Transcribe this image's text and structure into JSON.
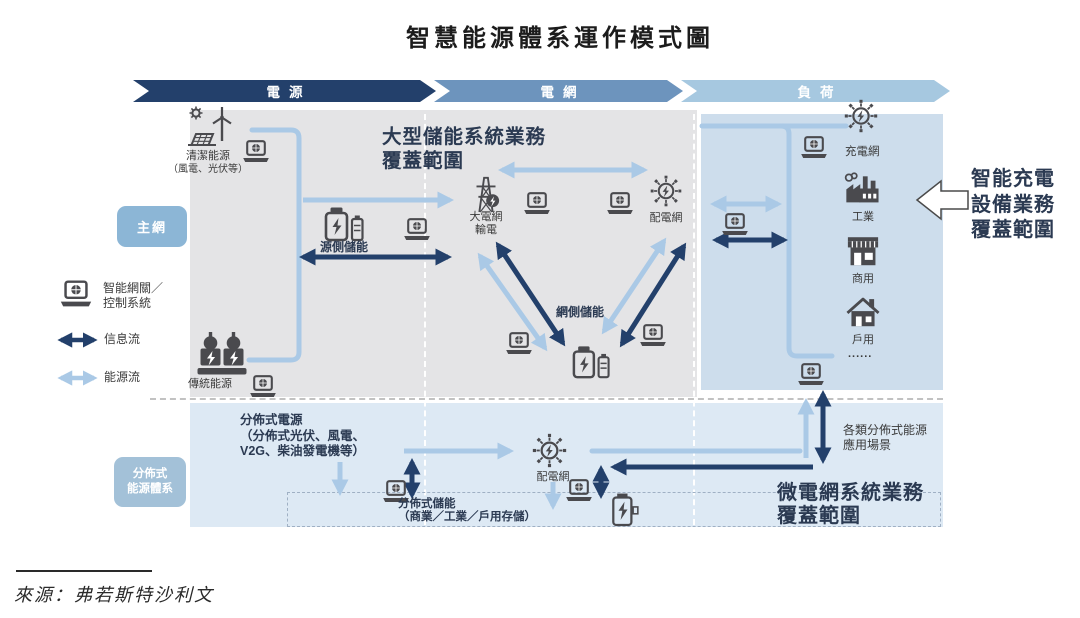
{
  "title": "智慧能源體系運作模式圖",
  "header": {
    "stage1": "電源",
    "stage2": "電網",
    "stage3": "負荷"
  },
  "sidebar": {
    "main_grid": "主網",
    "dist_line1": "分佈式",
    "dist_line2": "能源體系"
  },
  "legend": {
    "gateway_line1": "智能網關／",
    "gateway_line2": "控制系統",
    "info_flow": "信息流",
    "energy_flow": "能源流"
  },
  "main_grid": {
    "clean_energy": "清潔能源",
    "clean_energy_sub": "（風電、光伏等）",
    "coverage_line1": "大型儲能系統業務",
    "coverage_line2": "覆蓋範圍",
    "transmission_line1": "大電網",
    "transmission_line2": "輸電",
    "distribution": "配電網",
    "source_side_storage": "源側儲能",
    "grid_side_storage": "網側儲能",
    "traditional_energy": "傳統能源"
  },
  "load_side": {
    "charging_network": "充電網",
    "industrial": "工業",
    "commercial": "商用",
    "residential": "戶用",
    "ellipsis": "......",
    "callout_line1": "智能充電",
    "callout_line2": "設備業務",
    "callout_line3": "覆蓋範圍"
  },
  "distributed": {
    "source_line1": "分佈式電源",
    "source_line2": "（分佈式光伏、風電、",
    "source_line3": "V2G、柴油發電機等）",
    "distribution": "配電網",
    "storage_line1": "分佈式儲能",
    "storage_line2": "（商業／工業／戶用存儲）",
    "scenarios_line1": "各類分佈式能源",
    "scenarios_line2": "應用場景",
    "coverage_line1": "微電網系統業務",
    "coverage_line2": "覆蓋範圍"
  },
  "source_note": "來源：弗若斯特沙利文",
  "icons": {
    "laptop": "smart-gateway-control-system",
    "clean_energy": "wind-solar-clean-energy",
    "traditional_energy": "fuel-generators",
    "transmission_tower": "power-transmission-tower",
    "hub": "distribution-network-node",
    "battery": "energy-storage-battery",
    "factory": "industrial-building",
    "store": "commercial-storefront",
    "house": "residential-house",
    "charger": "charging-storage-unit"
  },
  "colors": {
    "stage_power": "#23406b",
    "stage_grid": "#6d94bd",
    "stage_load": "#a6c8e0",
    "info_flow_arrow": "#23406b",
    "energy_flow_arrow": "#aac9e6",
    "main_panel_bg": "#e4e4e6",
    "load_panel_bg": "#cdddec",
    "distributed_panel_bg": "#dde9f4",
    "heading_text": "#2b3a52"
  }
}
